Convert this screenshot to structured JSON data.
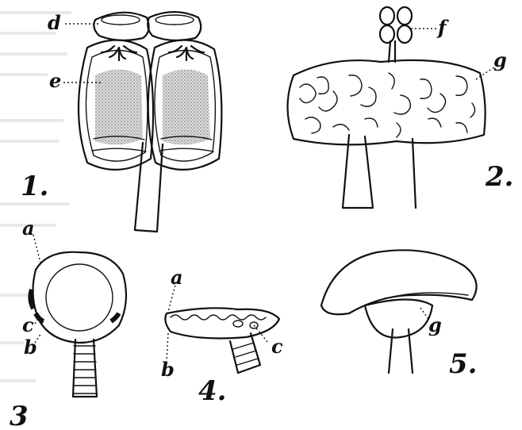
{
  "labels": {
    "d": "d",
    "e": "e",
    "f": "f",
    "g2": "g",
    "a3": "a",
    "b3": "b",
    "c3": "c",
    "a4": "a",
    "b4": "b",
    "c4": "c",
    "g5": "g"
  },
  "figure_numbers": {
    "fig1": "1.",
    "fig2": "2.",
    "fig3": "3",
    "fig4": "4.",
    "fig5": "5."
  },
  "colors": {
    "ink": "#111111",
    "paper": "#ffffff",
    "stipple": "#555555"
  }
}
